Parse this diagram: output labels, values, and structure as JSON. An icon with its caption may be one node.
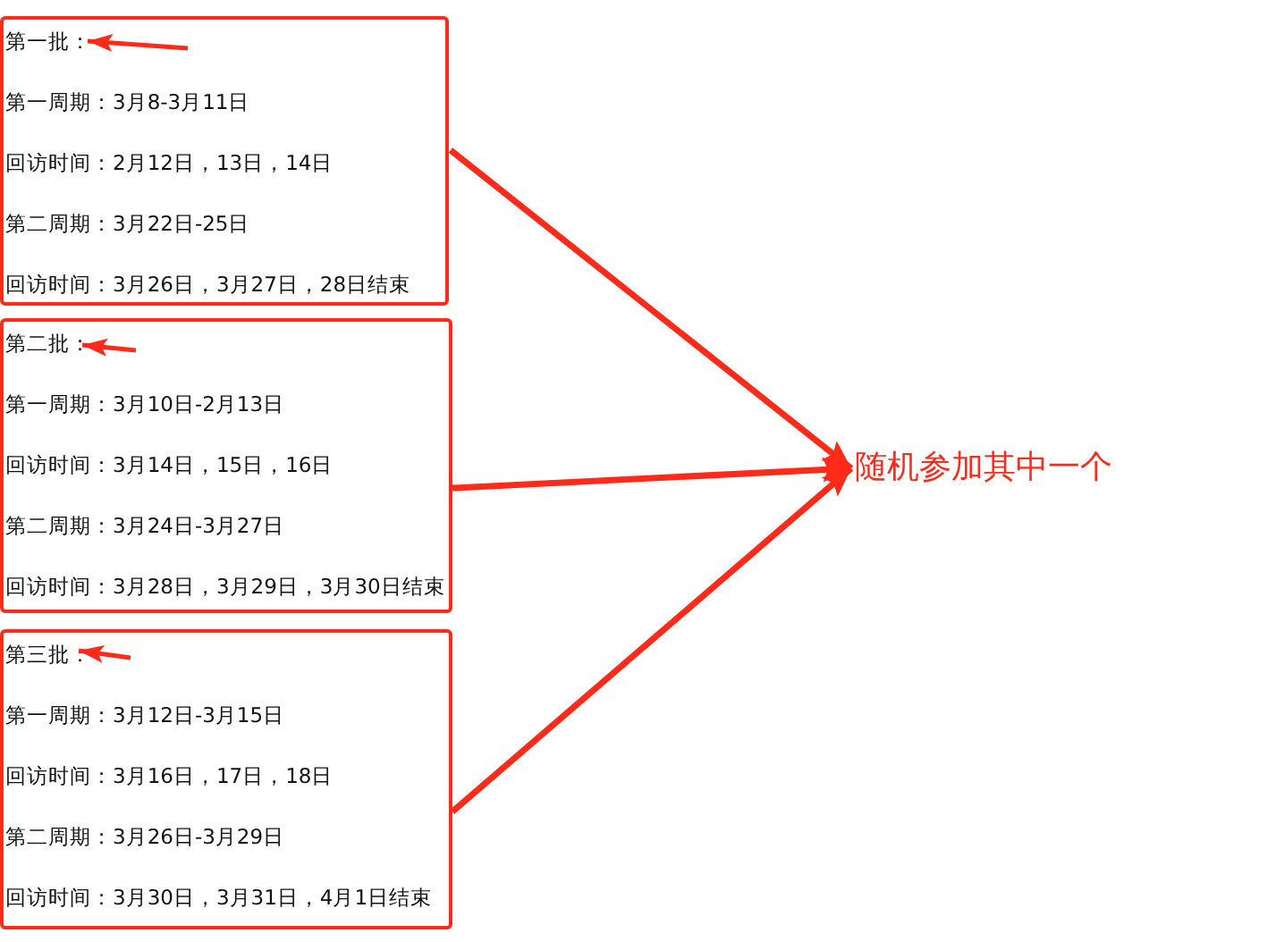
{
  "diagram": {
    "nodes": [
      {
        "text": [
          "第一批：",
          "第一周期：3月8-3月11日",
          "回访时间：2月12日，13日，14日",
          "第二周期：3月22日-25日",
          "回访时间：3月26日，3月27日，28日结束"
        ]
      },
      {
        "text": [
          "第二批：",
          "第一周期：3月10日-2月13日",
          "回访时间：3月14日，15日，16日",
          "第二周期：3月24日-3月27日",
          "回访时间：3月28日，3月29日，3月30日结束"
        ]
      },
      {
        "text": [
          "第三批：",
          "第一周期：3月12日-3月15日",
          "回访时间：3月16日，17日，18日",
          "第二周期：3月26日-3月29日",
          "回访时间：3月30日，3月31日，4月1日结束"
        ]
      },
      {
        "text": [
          "随机参加其中一个"
        ]
      }
    ],
    "edges": [
      {
        "from": null,
        "to": 0,
        "arrow": "to"
      },
      {
        "from": null,
        "to": 1,
        "arrow": "to"
      },
      {
        "from": null,
        "to": 2,
        "arrow": "to"
      },
      {
        "from": 0,
        "to": 3,
        "arrow": "to"
      },
      {
        "from": 1,
        "to": 3,
        "arrow": "to"
      },
      {
        "from": 2,
        "to": 3,
        "arrow": "to"
      }
    ]
  }
}
